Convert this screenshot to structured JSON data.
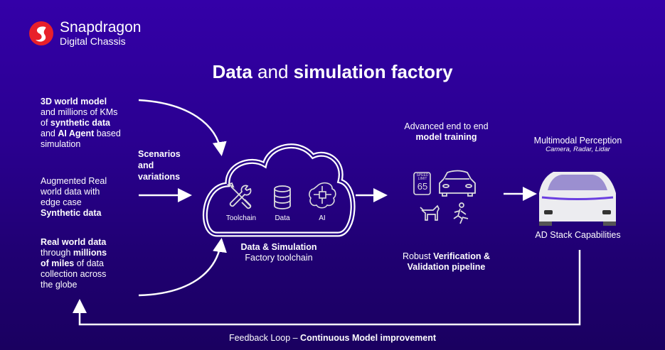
{
  "brand": {
    "name": "Snapdragon",
    "subtitle": "Digital Chassis",
    "logo_icon": "snapdragon-logo-icon"
  },
  "title": {
    "part1": "Data",
    "part2": " and ",
    "part3": "simulation factory"
  },
  "inputs": [
    {
      "l1b": "3D world model",
      "l2": "and millions of KMs",
      "l3a": "of ",
      "l3b": "synthetic data",
      "l4a": "and ",
      "l4b": "AI Agent",
      "l4c": " based",
      "l5": "simulation"
    },
    {
      "l1": "Augmented Real",
      "l2": "world data with",
      "l3": "edge case",
      "l4b": "Synthetic data"
    },
    {
      "l1b": "Real world data",
      "l2a": "through ",
      "l2b": "millions",
      "l3b": "of miles",
      "l3c": " of data",
      "l4": "collection across",
      "l5": "the globe"
    }
  ],
  "scenarios": {
    "l1": "Scenarios",
    "l2": "and",
    "l3": "variations"
  },
  "cloud": {
    "items": [
      {
        "label": "Toolchain",
        "icon": "tools-icon"
      },
      {
        "label": "Data",
        "icon": "database-icon"
      },
      {
        "label": "AI",
        "icon": "brain-chip-icon"
      }
    ],
    "caption_bold": "Data & Simulation",
    "caption": "Factory toolchain"
  },
  "training": {
    "l1": "Advanced end to end",
    "l2b": "model training"
  },
  "scenario_icons": {
    "speed_sign": {
      "top": "SPEED",
      "mid": "LIMIT",
      "value": "65"
    },
    "icons": [
      "speed-limit-sign-icon",
      "car-icon",
      "dog-icon",
      "pedestrian-running-icon"
    ]
  },
  "verification": {
    "l1a": "Robust ",
    "l1b": "Verification &",
    "l2b": "Validation pipeline"
  },
  "perception": {
    "title": "Multimodal Perception",
    "sensors": "Camera, Radar, Lidar",
    "caption": "AD Stack Capabilities"
  },
  "feedback": {
    "part1": "Feedback Loop – ",
    "part2": "Continuous Model improvement"
  }
}
